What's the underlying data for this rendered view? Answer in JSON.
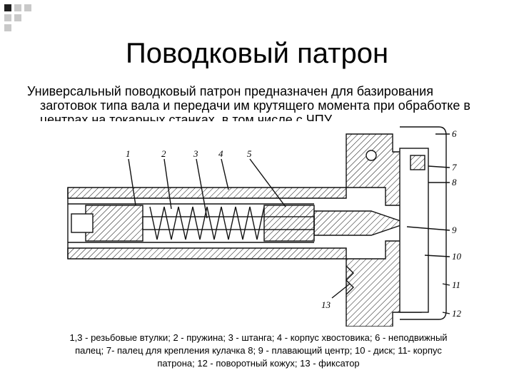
{
  "title": "Поводковый патрон",
  "intro": {
    "line1": "Универсальный поводковый патрон предназначен для базирования",
    "line2": "заготовок типа вала и передачи им крутящего момента при обработке в",
    "line3": "центрах на токарных станках, в том числе с ЧПУ."
  },
  "part_labels": [
    "1",
    "2",
    "3",
    "4",
    "5",
    "6",
    "7",
    "8",
    "9",
    "10",
    "11",
    "12",
    "13"
  ],
  "caption": {
    "line1": "1,3 - резьбовые втулки; 2 -  пружина; 3 - штанга; 4 - корпус хвостовика; 6 - неподвижный",
    "line2": "палец;  7- палец для крепления кулачка 8; 9 - плавающий центр; 10 - диск; 11- корпус",
    "line3": "патрона; 12 -  поворотный кожух; 13 - фиксатор"
  },
  "colors": {
    "corner_dark": "#1f1f1f",
    "corner_light": "#c9c9c9",
    "line": "#111111"
  }
}
